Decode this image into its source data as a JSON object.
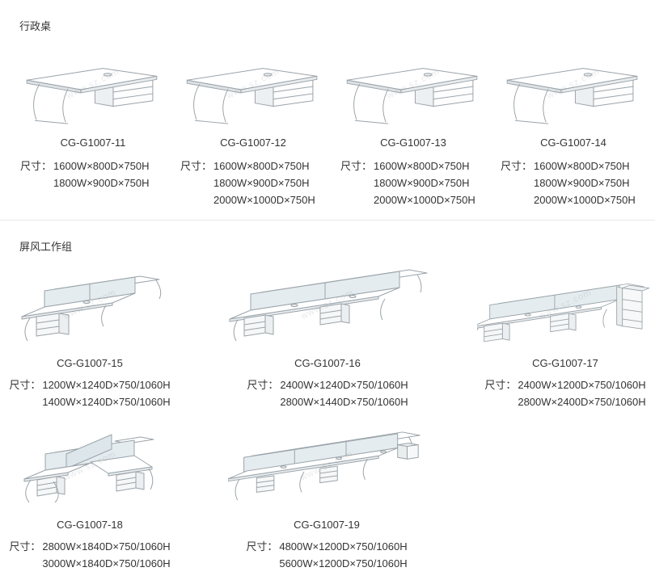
{
  "watermark": "www.sz.com",
  "sections": [
    {
      "title": "行政桌",
      "products": [
        {
          "name": "CG-G1007-11",
          "size_label": "尺寸：",
          "sizes": [
            "1600W×800D×750H",
            "1800W×900D×750H"
          ]
        },
        {
          "name": "CG-G1007-12",
          "size_label": "尺寸：",
          "sizes": [
            "1600W×800D×750H",
            "1800W×900D×750H",
            "2000W×1000D×750H"
          ]
        },
        {
          "name": "CG-G1007-13",
          "size_label": "尺寸：",
          "sizes": [
            "1600W×800D×750H",
            "1800W×900D×750H",
            "2000W×1000D×750H"
          ]
        },
        {
          "name": "CG-G1007-14",
          "size_label": "尺寸：",
          "sizes": [
            "1600W×800D×750H",
            "1800W×900D×750H",
            "2000W×1000D×750H"
          ]
        }
      ]
    },
    {
      "title": "屏风工作组",
      "products": [
        {
          "name": "CG-G1007-15",
          "size_label": "尺寸：",
          "sizes": [
            "1200W×1240D×750/1060H",
            "1400W×1240D×750/1060H"
          ]
        },
        {
          "name": "CG-G1007-16",
          "size_label": "尺寸：",
          "sizes": [
            "2400W×1240D×750/1060H",
            "2800W×1440D×750/1060H"
          ]
        },
        {
          "name": "CG-G1007-17",
          "size_label": "尺寸：",
          "sizes": [
            "2400W×1200D×750/1060H",
            "2800W×2400D×750/1060H"
          ]
        },
        {
          "name": "CG-G1007-18",
          "size_label": "尺寸：",
          "sizes": [
            "2800W×1840D×750/1060H",
            "3000W×1840D×750/1060H"
          ]
        },
        {
          "name": "CG-G1007-19",
          "size_label": "尺寸：",
          "sizes": [
            "4800W×1200D×750/1060H",
            "5600W×1200D×750/1060H"
          ]
        }
      ]
    }
  ]
}
